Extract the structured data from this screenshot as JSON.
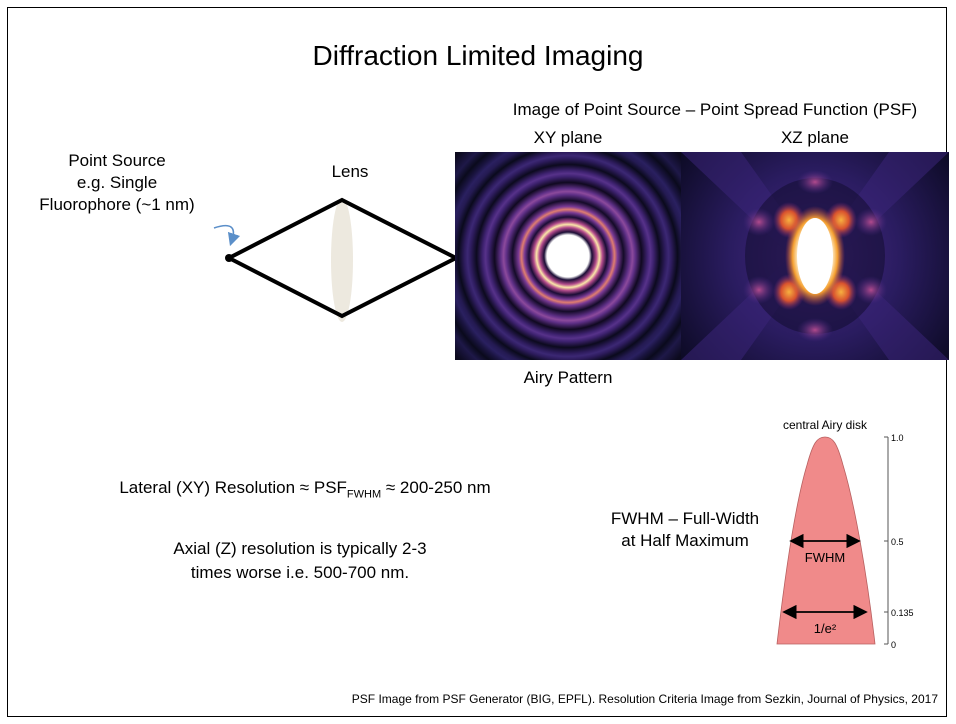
{
  "slide": {
    "title": "Diffraction Limited Imaging",
    "psf_heading": "Image of Point Source – Point Spread Function (PSF)",
    "xy_plane_label": "XY plane",
    "xz_plane_label": "XZ plane",
    "point_source_lines": [
      "Point Source",
      "e.g. Single",
      "Fluorophore (~1 nm)"
    ],
    "lens_label": "Lens",
    "airy_label": "Airy Pattern",
    "lateral": {
      "prefix": "Lateral (XY) Resolution ≈ PSF",
      "sub": "FWHM",
      "suffix": " ≈ 200-250 nm"
    },
    "axial_lines": [
      "Axial (Z) resolution is typically 2-3",
      "times worse i.e. 500-700 nm."
    ],
    "fwhm_lines": [
      "FWHM – Full-Width",
      "at Half Maximum"
    ],
    "airy_disk_chart": {
      "caption": "central Airy disk",
      "fwhm_label": "FWHM",
      "e2_label": "1/e²",
      "ticks": [
        "1.0",
        "0.5",
        "0.135",
        "0"
      ]
    },
    "footer": "PSF Image from PSF Generator (BIG, EPFL). Resolution Criteria Image from Sezkin, Journal of Physics, 2017"
  },
  "colors": {
    "lens_fill": "#ede9df",
    "arrow_blue": "#5b8fc9",
    "airy_fill": "#f08a8a",
    "psf_dark": "#0c0a1e",
    "psf_purple": "#5a2a8a",
    "psf_orange": "#f2a030"
  }
}
